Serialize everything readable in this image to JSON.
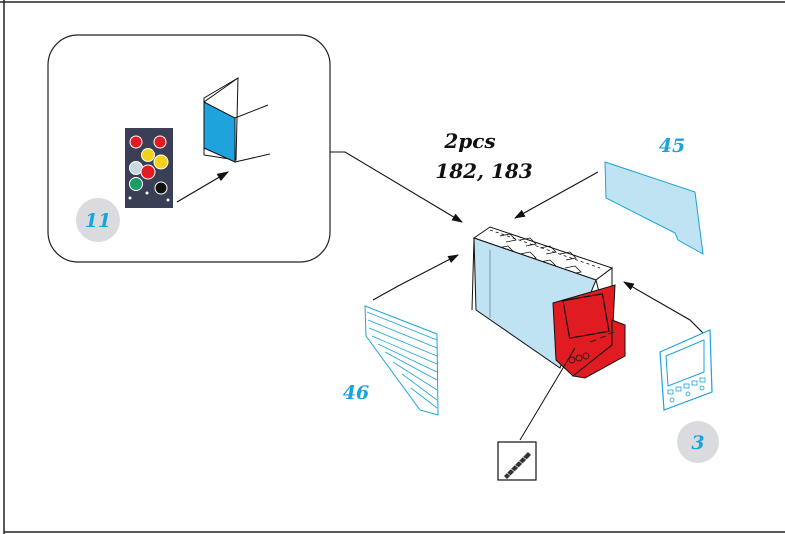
{
  "colors": {
    "part_number": "#1aa3dd",
    "part_fill": "#bfe3f2",
    "accent_red": "#e11b22",
    "blue_block": "#1fa3dd",
    "badge": "#d9dbde"
  },
  "callout": {
    "qty": "2pcs",
    "parts": "182, 183"
  },
  "parts": {
    "p11": "11",
    "p45": "45",
    "p46": "46",
    "p3": "3"
  },
  "icons": {
    "panel": "control-panel-icon",
    "template": "cutting-template-icon"
  }
}
